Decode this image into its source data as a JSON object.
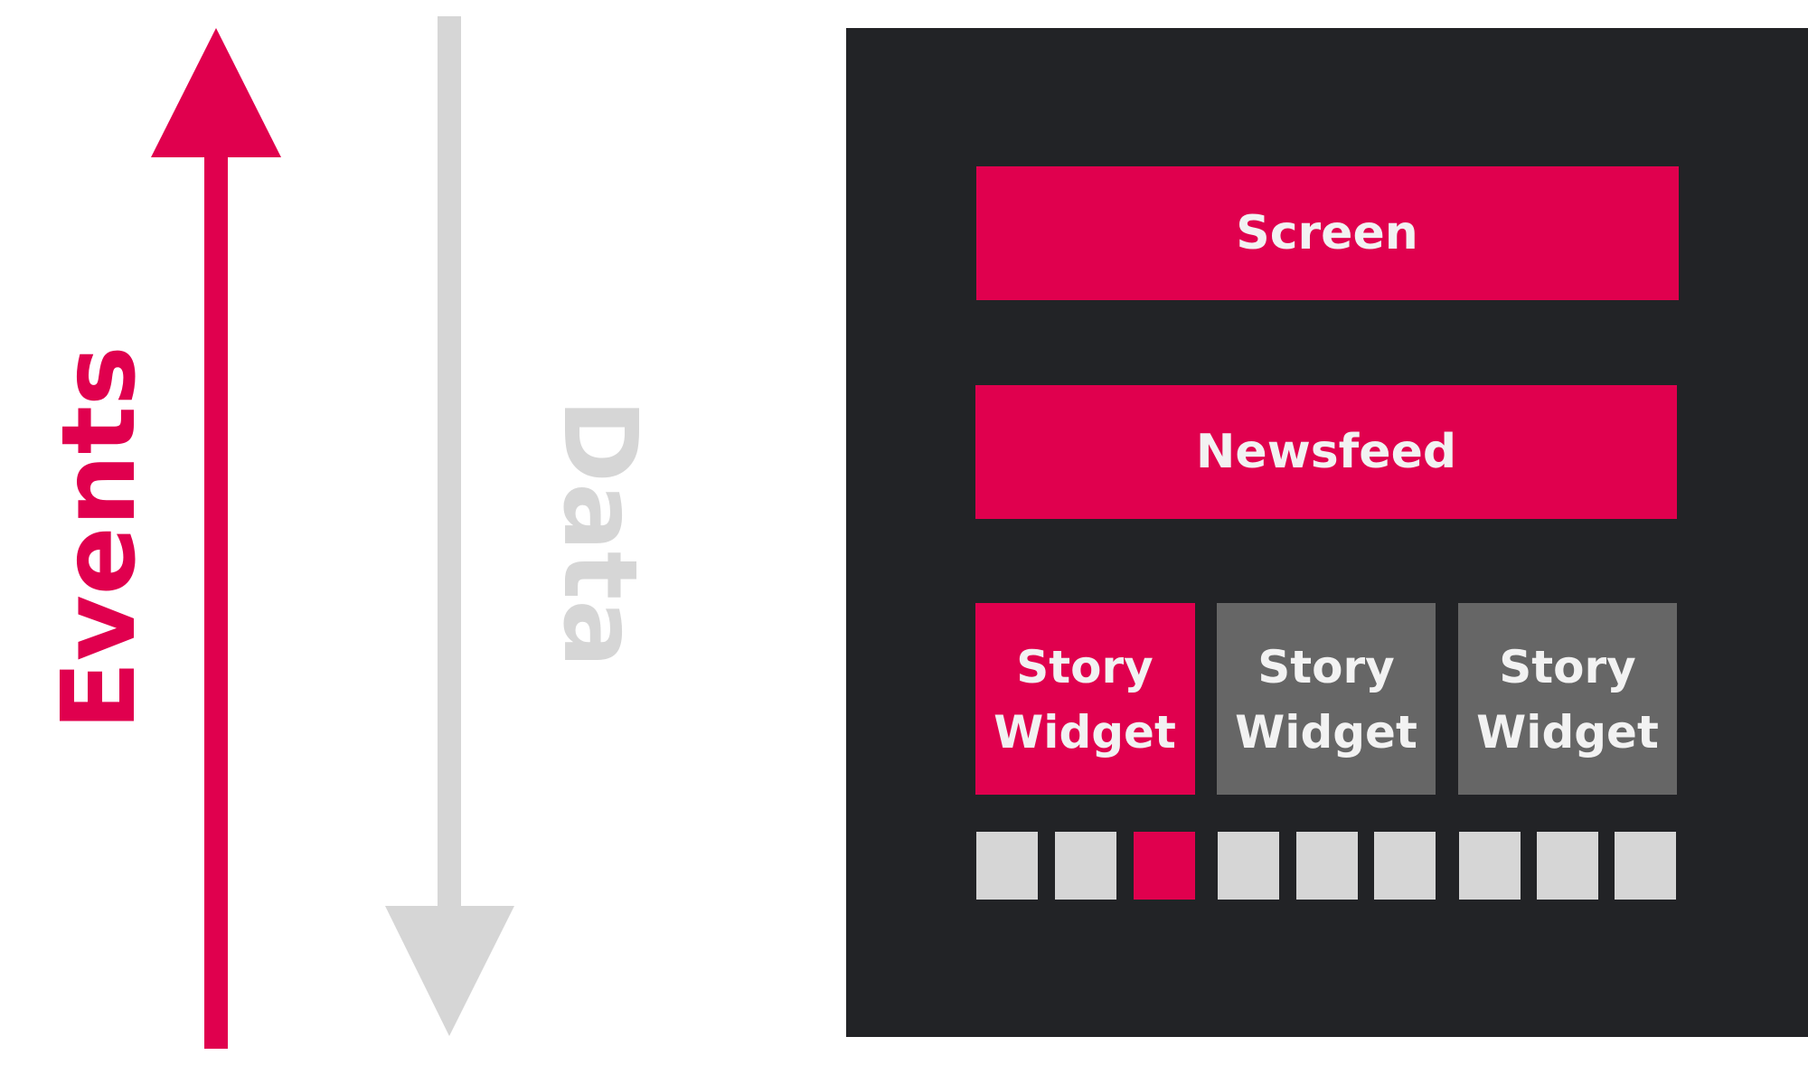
{
  "events_label": "Events",
  "data_label": "Data",
  "colors": {
    "accent": "#e0004e",
    "panel": "#222326",
    "muted": "#666666",
    "light": "#d6d6d6",
    "text_light": "#f2f2f2"
  },
  "panel": {
    "screen_label": "Screen",
    "newsfeed_label": "Newsfeed",
    "story_widgets": [
      {
        "line1": "Story",
        "line2": "Widget",
        "active": true
      },
      {
        "line1": "Story",
        "line2": "Widget",
        "active": false
      },
      {
        "line1": "Story",
        "line2": "Widget",
        "active": false
      }
    ],
    "leaf_cells": [
      {
        "active": false
      },
      {
        "active": false
      },
      {
        "active": true
      },
      {
        "active": false
      },
      {
        "active": false
      },
      {
        "active": false
      },
      {
        "active": false
      },
      {
        "active": false
      },
      {
        "active": false
      }
    ]
  }
}
